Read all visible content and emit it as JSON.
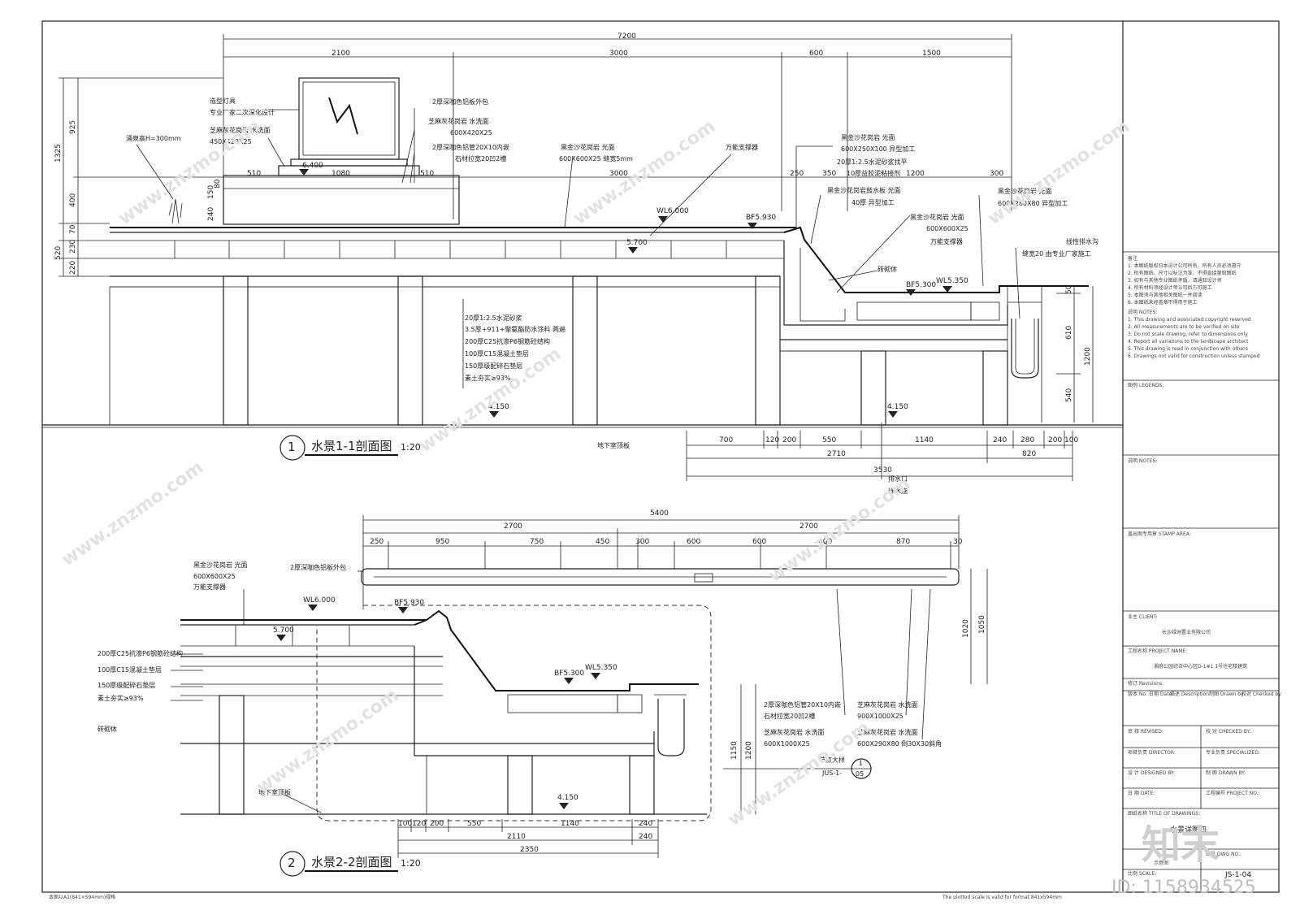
{
  "section1": {
    "title": "水景1-1剖面图",
    "number": "1",
    "scale": "1:20",
    "top_dims": [
      "7200",
      "2100",
      "3000",
      "600",
      "1500"
    ],
    "sub_dims": [
      "510",
      "1080",
      "510",
      "3000",
      "250",
      "350",
      "1200",
      "300"
    ],
    "left_dims": [
      "1325",
      "925",
      "400",
      "150",
      "80",
      "240",
      "70",
      "230",
      "520",
      "220"
    ],
    "right_dims": [
      "50",
      "610",
      "1200",
      "540"
    ],
    "bottom_dims_row1": [
      "700",
      "120",
      "200",
      "550",
      "1140",
      "240",
      "280",
      "200",
      "100"
    ],
    "bottom_dims_row2": [
      "2710",
      "820"
    ],
    "bottom_dims_row3": [
      "3530"
    ],
    "levels": [
      "6.400",
      "WL6.000",
      "BF5.930",
      "5.700",
      "BF5.300",
      "WL5.350",
      "4.150",
      "4.150"
    ],
    "labels": {
      "lamp1": "造型灯具",
      "lamp2": "专业厂家二次深化设计",
      "granite1": "芝麻灰花岗岩 水洗面",
      "granite1_size": "450X420X25",
      "fountain": "涌泉高H=300mm",
      "alu1": "2厚深咖色铝板外包",
      "granite2": "芝麻灰花岗岩 水洗面",
      "granite2_size": "600X420X25",
      "alu2": "2厚深咖色铝管20X10内嵌",
      "stone_gap": "石材拉宽20凹2槽",
      "black_granite": "黑金沙花岗岩 光面",
      "black_size": "600X600X25 缝宽5mm",
      "support": "万能支撑器",
      "coping1": "黑金沙花岗岩 光面",
      "coping1_size": "600X250X100 异型加工",
      "mortar": "20厚1:2.5水泥砂浆找平",
      "adhesive": "10厚益胶泥粘接剂",
      "board": "黑金沙花岗岩鼓水板 光面",
      "board_size": "40厚 异型加工",
      "inner": "黑金沙花岗岩 光面",
      "inner_size": "600X600X25",
      "support2": "万能支撑器",
      "edge": "黑金沙花岗岩 光面",
      "edge_size": "600X280X80 异型加工",
      "drain": "线性排水沟",
      "drain2": "缝宽20 由专业厂家施工",
      "brick": "砖砌体",
      "layer1": "20厚1:2.5水泥砂浆",
      "layer2": "3.5厚+911+聚氨酯防水涂料 两遍",
      "layer3": "200厚C25抗渗P6钢筋砼结构",
      "layer4": "100厚C15混凝土垫层",
      "layer5": "150厚级配碎石垫层",
      "layer6": "素土夯实≥93%",
      "basement": "地下室顶板",
      "outlet": "排水口",
      "outlet2": "详水施"
    }
  },
  "section2": {
    "title": "水景2-2剖面图",
    "number": "2",
    "scale": "1:20",
    "top_dims": [
      "5400",
      "2700",
      "2700"
    ],
    "sub_dims": [
      "250",
      "950",
      "750",
      "450",
      "300",
      "600",
      "600",
      "600",
      "870",
      "30"
    ],
    "right_dims": [
      "1020",
      "1050"
    ],
    "left_dims": [
      "1150",
      "1200"
    ],
    "bottom_dims_row1": [
      "100",
      "120",
      "200",
      "550",
      "1140",
      "240"
    ],
    "bottom_dims_row2": [
      "2110",
      "240"
    ],
    "bottom_dims_row3": [
      "2350"
    ],
    "levels": [
      "WL6.000",
      "BF5.930",
      "5.700",
      "BF5.300",
      "WL5.350",
      "4.150"
    ],
    "labels": {
      "black1": "黑金沙花岗岩 光面",
      "black1_size": "600X600X25",
      "support": "万能支撑器",
      "alu": "2厚深咖色铝板外包",
      "l3": "200厚C25抗渗P6钢筋砼结构",
      "l4": "100厚C15混凝土垫层",
      "l5": "150厚级配碎石垫层",
      "l6": "素土夯实≥93%",
      "brick": "砖砌体",
      "basement": "地下室顶板",
      "alu_tube": "2厚深咖色铝管20X10内嵌",
      "gap": "石材拉宽20凹2槽",
      "g1": "芝麻灰花岗岩 水洗面",
      "g1_size": "600X1000X25",
      "g2": "芝麻灰花岗岩 水洗面",
      "g2_size": "900X1000X25",
      "g3": "芝麻灰花岗岩 水洗面",
      "g3_size": "600X290X80 倒30X30斜角",
      "detail": "节点大样",
      "detail_ref": "JUS-1-",
      "detail_num": "1",
      "detail_sheet": "05"
    }
  },
  "titleblock": {
    "notes_head": "备注",
    "notes": [
      "1. 本图纸版权归本设计公司所有，所有人员必须遵守",
      "2. 所有图纸、尺寸以标注为准，不得直接量取图纸",
      "3. 如有与其他专业图纸矛盾，请通知设计师",
      "4. 所有材料须经设计师认可后方可施工",
      "5. 本图须与其他相关图纸一并阅读",
      "6. 本图纸未经盖章不得用于施工"
    ],
    "notes_en": [
      "1. This drawing and associated copyright reserved",
      "2. All measurements are to be verified on site",
      "3. Do not scale drawing, refer to dimensions only",
      "4. Report all variations to the landscape architect",
      "5. This drawing is read in conjunction with others",
      "6. Drawings not valid for construction unless stamped"
    ],
    "legend": "图例 LEGENDS:",
    "notes_label": "说明 NOTES:",
    "stamp": "盖出图专用章 STAMP AREA:",
    "client_label": "业主 CLIENT:",
    "client": "长沙绿洲置业有限公司",
    "project_label": "工程名称 PROJECT NAME:",
    "project": "湘府公园综合中心区D-1#1 1号住宅楼建筑",
    "rev": "修订 Revisions:",
    "rev_cols": [
      "版本 No.",
      "日期 Date",
      "描述 Description",
      "制图 Drawn by",
      "校对 Checked by"
    ],
    "approved": "审 核 REVISED:",
    "checked": "校 对 CHECKED BY:",
    "director": "项目负责 DIRECTOR:",
    "specialist": "专业负责 SPECIALIZED:",
    "designed": "设 计 DESIGNED BY:",
    "drawn": "制 图 DRAWN BY:",
    "date": "日 期 DATE:",
    "projno": "工程编号 PROJECT NO.:",
    "title_label": "图纸名称 TITLE OF DRAWINGS:",
    "title": "水景详图四",
    "sheet_label": "图号 DWG NO.:",
    "scale_label": "比例 SCALE:",
    "scale": "示意图",
    "no": "JS-1-04",
    "footer1": "本图以A1(841×594mm)规格",
    "footer2": "The plotted scale is valid for format 841x594mm"
  },
  "watermark": {
    "brand": "知末",
    "id": "ID: 1158934525",
    "site": "www.znzmo.com"
  }
}
